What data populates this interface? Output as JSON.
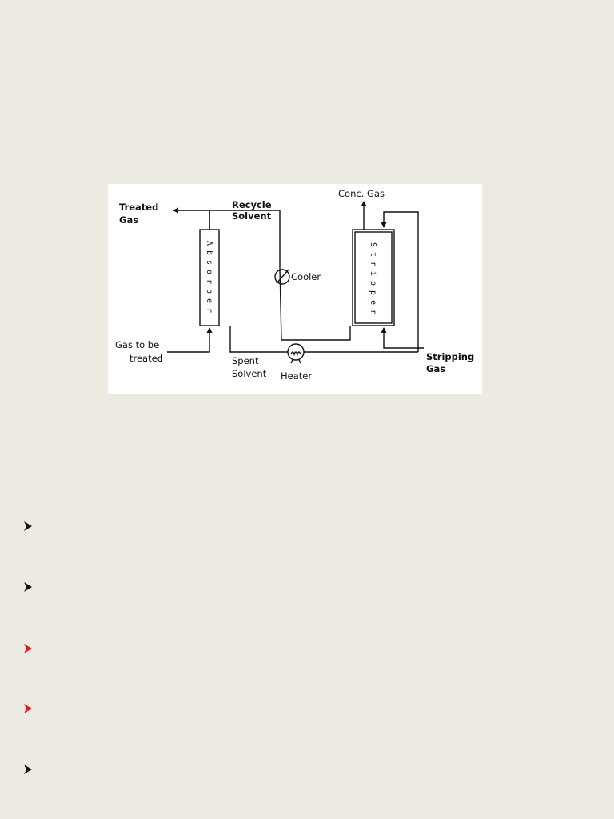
{
  "diagram": {
    "labels": {
      "treated_gas_1": "Treated",
      "treated_gas_2": "Gas",
      "recycle_1": "Recycle",
      "recycle_2": "Solvent",
      "conc_gas": "Conc. Gas",
      "cooler": "Cooler",
      "gas_treated_1": "Gas to be",
      "gas_treated_2": "treated",
      "spent_1": "Spent",
      "spent_2": "Solvent",
      "heater": "Heater",
      "stripping_1": "Stripping",
      "stripping_2": "Gas"
    },
    "absorber_letters": [
      "A",
      "b",
      "s",
      "o",
      "r",
      "b",
      "e",
      "r"
    ],
    "stripper_letters": [
      "S",
      "t",
      "r",
      "i",
      "p",
      "p",
      "e",
      "r"
    ]
  },
  "bullets": [
    {
      "color": "#111111"
    },
    {
      "color": "#111111"
    },
    {
      "color": "#E8141B"
    },
    {
      "color": "#E8141B"
    },
    {
      "color": "#111111"
    }
  ]
}
